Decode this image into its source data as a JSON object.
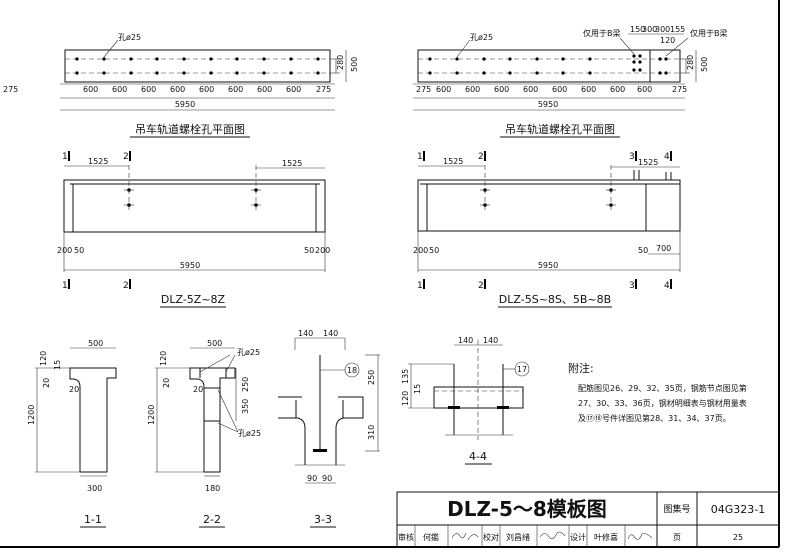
{
  "plan_left": {
    "title": "吊车轨道螺栓孔平面图",
    "hole_label": "孔ø25",
    "segments": [
      "275",
      "600",
      "600",
      "600",
      "600",
      "600",
      "600",
      "600",
      "600",
      "600",
      "275"
    ],
    "total": "5950",
    "height_dims": [
      "280",
      "500"
    ]
  },
  "plan_right": {
    "title": "吊车轨道螺栓孔平面图",
    "hole_label": "孔ø25",
    "b_only_label": "仅用于B梁",
    "top_dims": [
      "150",
      "300",
      "300",
      "155"
    ],
    "top_dim_120": "120",
    "segments": [
      "275",
      "600",
      "600",
      "600",
      "600",
      "600",
      "600",
      "600",
      "600",
      "600",
      "275"
    ],
    "total": "5950",
    "height_dims": [
      "280",
      "500"
    ]
  },
  "elev_left": {
    "title": "DLZ-5Z~8Z",
    "section_marks": [
      "1",
      "2"
    ],
    "dim_1525": "1525",
    "end_dims": [
      "200",
      "50",
      "50",
      "200"
    ],
    "total": "5950"
  },
  "elev_right": {
    "title": "DLZ-5S~8S、5B~8B",
    "section_marks": [
      "1",
      "2",
      "3",
      "4"
    ],
    "dim_1525": "1525",
    "end_dims": [
      "200",
      "50",
      "50",
      "700"
    ],
    "total": "5950"
  },
  "sections": {
    "s11": {
      "title": "1-1",
      "top": "500",
      "bottom": "300",
      "height": "1200",
      "d120": "120",
      "d15": "15",
      "d20a": "20",
      "d20b": "20"
    },
    "s22": {
      "title": "2-2",
      "top": "500",
      "bottom": "180",
      "height": "1200",
      "d120": "120",
      "d20a": "20",
      "d20b": "20",
      "d250": "250",
      "d350": "350",
      "hole1": "孔ø25",
      "hole2": "孔ø25"
    },
    "s33": {
      "title": "3-3",
      "d140a": "140",
      "d140b": "140",
      "d250": "250",
      "d310": "310",
      "d90a": "90",
      "d90b": "90",
      "bolt": "18"
    },
    "s44": {
      "title": "4-4",
      "d140a": "140",
      "d140b": "140",
      "d135": "135",
      "d15": "15",
      "d120": "120",
      "bolt": "17"
    }
  },
  "notes": {
    "heading": "附注:",
    "lines": [
      "配筋图见26、29、32、35页，钢筋节点图见第",
      "27、30、33、36页，钢材明细表与钢材用量表",
      "及⑰⑱号件详图见第28、31、34、37页。"
    ]
  },
  "title_block": {
    "title": "DLZ-5～8模板图",
    "atlas_label": "图集号",
    "atlas_no": "04G323-1",
    "review_label": "审核",
    "reviewer": "何鑑",
    "check_label": "校对",
    "checker": "刘昌绪",
    "design_label": "设计",
    "designer": "叶修喜",
    "page_label": "页",
    "page_no": "25"
  }
}
